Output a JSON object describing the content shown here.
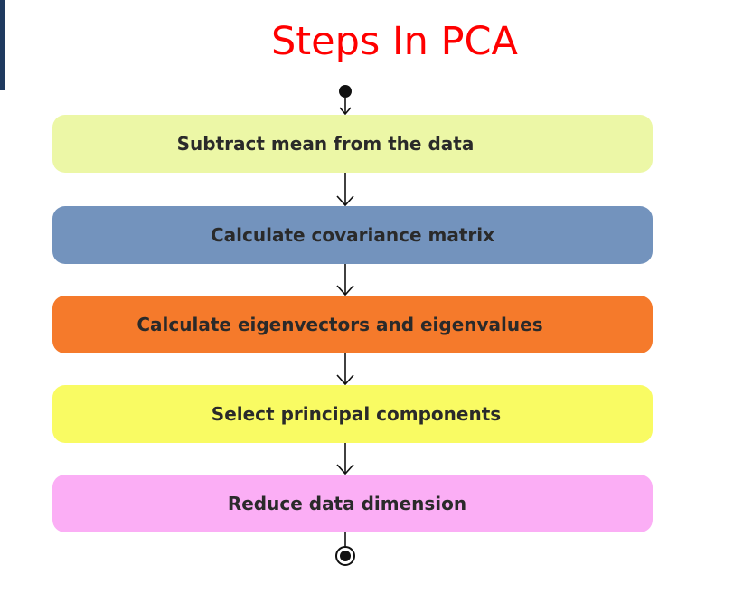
{
  "title": "Steps In PCA",
  "colors": {
    "title": "#ff0000",
    "connector": "#111111",
    "side_bar": "#1f3a5f"
  },
  "steps": [
    {
      "label": "Subtract mean from the data",
      "color": "#ecf7a6"
    },
    {
      "label": "Calculate covariance matrix",
      "color": "#7393bd"
    },
    {
      "label": "Calculate eigenvectors and eigenvalues",
      "color": "#f57a2b"
    },
    {
      "label": "Select principal components",
      "color": "#f9fb63"
    },
    {
      "label": "Reduce data dimension",
      "color": "#fbaef5"
    }
  ]
}
